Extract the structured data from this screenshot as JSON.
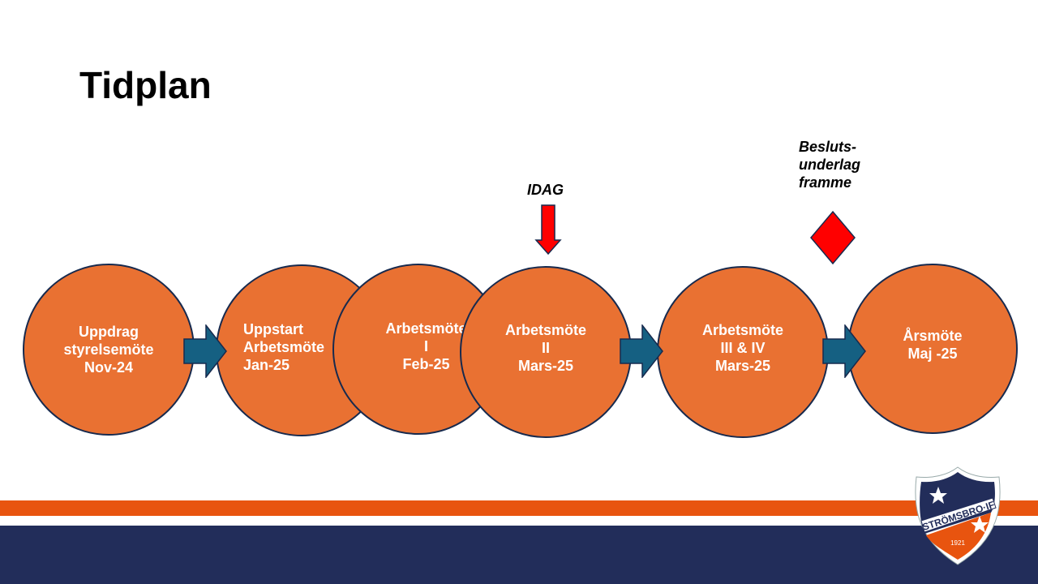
{
  "title": "Tidplan",
  "steps": [
    {
      "label": "Uppdrag\nstyrelsemöte\nNov-24"
    },
    {
      "label": "Uppstart\nArbetsmöte\nJan-25"
    },
    {
      "label": "Arbetsmöte\nI\nFeb-25"
    },
    {
      "label": "Arbetsmöte\nII\nMars-25"
    },
    {
      "label": "Arbetsmöte\nIII & IV\nMars-25"
    },
    {
      "label": "Årsmöte\nMaj -25"
    }
  ],
  "today_marker": {
    "label": "IDAG",
    "color": "#FF0000"
  },
  "milestone": {
    "label": "Besluts-\nunderlag\nframme",
    "color": "#FF0000"
  },
  "logo": {
    "text": "STRÖMSBRO·IF",
    "year": "1921"
  },
  "colors": {
    "circle": "#E97132",
    "arrow": "#156082",
    "band_orange": "#E8540F",
    "band_navy": "#222D5A"
  }
}
